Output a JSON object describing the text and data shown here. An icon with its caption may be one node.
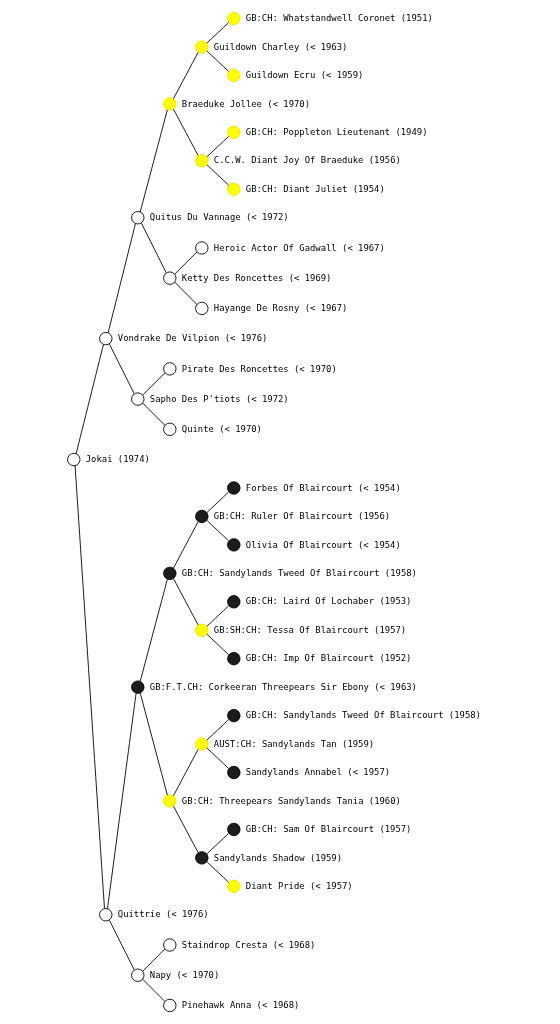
{
  "diagram": {
    "nodes": [
      {
        "text": [],
        "shape": "circle",
        "beside": [
          "GB:CH: Whatstandwell Coronet (1951)"
        ]
      },
      {
        "text": [],
        "shape": "circle",
        "beside": [
          "Guildown Charley (< 1963)"
        ]
      },
      {
        "text": [],
        "shape": "circle",
        "beside": [
          "Guildown Ecru (< 1959)"
        ]
      },
      {
        "text": [],
        "shape": "circle",
        "beside": [
          "Braeduke Jollee (< 1970)"
        ]
      },
      {
        "text": [],
        "shape": "circle",
        "beside": [
          "GB:CH: Poppleton Lieutenant (1949)"
        ]
      },
      {
        "text": [],
        "shape": "circle",
        "beside": [
          "C.C.W. Diant Joy Of Braeduke (1956)"
        ]
      },
      {
        "text": [],
        "shape": "circle",
        "beside": [
          "GB:CH: Diant Juliet (1954)"
        ]
      },
      {
        "text": [],
        "shape": "circle",
        "beside": [
          "Quitus Du Vannage (< 1972)"
        ]
      },
      {
        "text": [],
        "shape": "circle",
        "beside": [
          "Heroic Actor Of Gadwall (< 1967)"
        ]
      },
      {
        "text": [],
        "shape": "circle",
        "beside": [
          "Ketty Des Roncettes (< 1969)"
        ]
      },
      {
        "text": [],
        "shape": "circle",
        "beside": [
          "Hayange De Rosny (< 1967)"
        ]
      },
      {
        "text": [],
        "shape": "circle",
        "beside": [
          "Vondrake De Vilpion (< 1976)"
        ]
      },
      {
        "text": [],
        "shape": "circle",
        "beside": [
          "Pirate Des Roncettes (< 1970)"
        ]
      },
      {
        "text": [],
        "shape": "circle",
        "beside": [
          "Sapho Des P'tiots (< 1972)"
        ]
      },
      {
        "text": [],
        "shape": "circle",
        "beside": [
          "Quinte (< 1970)"
        ]
      },
      {
        "text": [],
        "shape": "circle",
        "beside": [
          "Jokai (1974)"
        ]
      },
      {
        "text": [],
        "shape": "circle",
        "beside": [
          "Forbes Of Blaircourt (< 1954)"
        ]
      },
      {
        "text": [],
        "shape": "circle",
        "beside": [
          "GB:CH: Ruler Of Blaircourt (1956)"
        ]
      },
      {
        "text": [],
        "shape": "circle",
        "beside": [
          "Olivia Of Blaircourt (< 1954)"
        ]
      },
      {
        "text": [],
        "shape": "circle",
        "beside": [
          "GB:CH: Sandylands Tweed Of Blaircourt (1958)"
        ]
      },
      {
        "text": [],
        "shape": "circle",
        "beside": [
          "GB:CH: Laird Of Lochaber (1953)"
        ]
      },
      {
        "text": [],
        "shape": "circle",
        "beside": [
          "GB:SH:CH: Tessa Of Blaircourt (1957)"
        ]
      },
      {
        "text": [],
        "shape": "circle",
        "beside": [
          "GB:CH: Imp Of Blaircourt (1952)"
        ]
      },
      {
        "text": [],
        "shape": "circle",
        "beside": [
          "GB:F.T.CH: Corkeeran Threepears Sir Ebony (< 1963)"
        ]
      },
      {
        "text": [],
        "shape": "circle",
        "beside": [
          "GB:CH: Sandylands Tweed Of Blaircourt (1958)"
        ]
      },
      {
        "text": [],
        "shape": "circle",
        "beside": [
          "AUST:CH: Sandylands Tan (1959)"
        ]
      },
      {
        "text": [],
        "shape": "circle",
        "beside": [
          "Sandylands Annabel (< 1957)"
        ]
      },
      {
        "text": [],
        "shape": "circle",
        "beside": [
          "GB:CH: Threepears Sandylands Tania (1960)"
        ]
      },
      {
        "text": [],
        "shape": "circle",
        "beside": [
          "GB:CH: Sam Of Blaircourt (1957)"
        ]
      },
      {
        "text": [],
        "shape": "circle",
        "beside": [
          "Sandylands Shadow (1959)"
        ]
      },
      {
        "text": [],
        "shape": "circle",
        "beside": [
          "Diant Pride (< 1957)"
        ]
      },
      {
        "text": [],
        "shape": "circle",
        "beside": [
          "Quittrie (< 1976)"
        ]
      },
      {
        "text": [],
        "shape": "circle",
        "beside": [
          "Staindrop Cresta (< 1968)"
        ]
      },
      {
        "text": [],
        "shape": "circle",
        "beside": [
          "Napy (< 1970)"
        ]
      },
      {
        "text": [],
        "shape": "circle",
        "beside": [
          "Pinehawk Anna (< 1968)"
        ]
      }
    ],
    "edges": [
      {
        "from": 15,
        "to": 11,
        "arrow": "none"
      },
      {
        "from": 15,
        "to": 31,
        "arrow": "none"
      },
      {
        "from": 11,
        "to": 7,
        "arrow": "none"
      },
      {
        "from": 11,
        "to": 13,
        "arrow": "none"
      },
      {
        "from": 7,
        "to": 3,
        "arrow": "none"
      },
      {
        "from": 7,
        "to": 9,
        "arrow": "none"
      },
      {
        "from": 3,
        "to": 1,
        "arrow": "none"
      },
      {
        "from": 3,
        "to": 5,
        "arrow": "none"
      },
      {
        "from": 1,
        "to": 0,
        "arrow": "none"
      },
      {
        "from": 1,
        "to": 2,
        "arrow": "none"
      },
      {
        "from": 5,
        "to": 4,
        "arrow": "none"
      },
      {
        "from": 5,
        "to": 6,
        "arrow": "none"
      },
      {
        "from": 9,
        "to": 8,
        "arrow": "none"
      },
      {
        "from": 9,
        "to": 10,
        "arrow": "none"
      },
      {
        "from": 13,
        "to": 12,
        "arrow": "none"
      },
      {
        "from": 13,
        "to": 14,
        "arrow": "none"
      },
      {
        "from": 31,
        "to": 23,
        "arrow": "none"
      },
      {
        "from": 31,
        "to": 33,
        "arrow": "none"
      },
      {
        "from": 23,
        "to": 19,
        "arrow": "none"
      },
      {
        "from": 23,
        "to": 27,
        "arrow": "none"
      },
      {
        "from": 19,
        "to": 17,
        "arrow": "none"
      },
      {
        "from": 19,
        "to": 21,
        "arrow": "none"
      },
      {
        "from": 17,
        "to": 16,
        "arrow": "none"
      },
      {
        "from": 17,
        "to": 18,
        "arrow": "none"
      },
      {
        "from": 21,
        "to": 20,
        "arrow": "none"
      },
      {
        "from": 21,
        "to": 22,
        "arrow": "none"
      },
      {
        "from": 27,
        "to": 25,
        "arrow": "none"
      },
      {
        "from": 27,
        "to": 29,
        "arrow": "none"
      },
      {
        "from": 25,
        "to": 24,
        "arrow": "none"
      },
      {
        "from": 25,
        "to": 26,
        "arrow": "none"
      },
      {
        "from": 29,
        "to": 28,
        "arrow": "none"
      },
      {
        "from": 29,
        "to": 30,
        "arrow": "none"
      },
      {
        "from": 33,
        "to": 32,
        "arrow": "none"
      },
      {
        "from": 33,
        "to": 34,
        "arrow": "none"
      }
    ]
  }
}
